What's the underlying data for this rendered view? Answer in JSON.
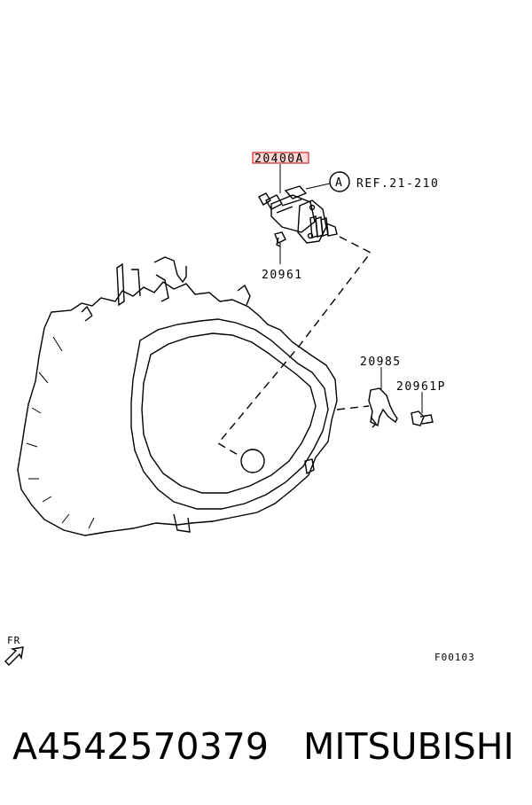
{
  "diagram": {
    "highlighted_part": "20400A",
    "callouts": {
      "ref_circle": "A",
      "ref_text": "REF.21-210",
      "bolt_main": "20961",
      "fork": "20985",
      "bolt_fork": "20961P"
    },
    "orientation_label": "FR",
    "figure_code": "F00103",
    "colors": {
      "highlight_border": "#d42a2a",
      "highlight_fill": "#ffd6d6",
      "line": "#000000"
    }
  },
  "footer": {
    "part_number": "A4542570379",
    "brand": "MITSUBISHI"
  }
}
